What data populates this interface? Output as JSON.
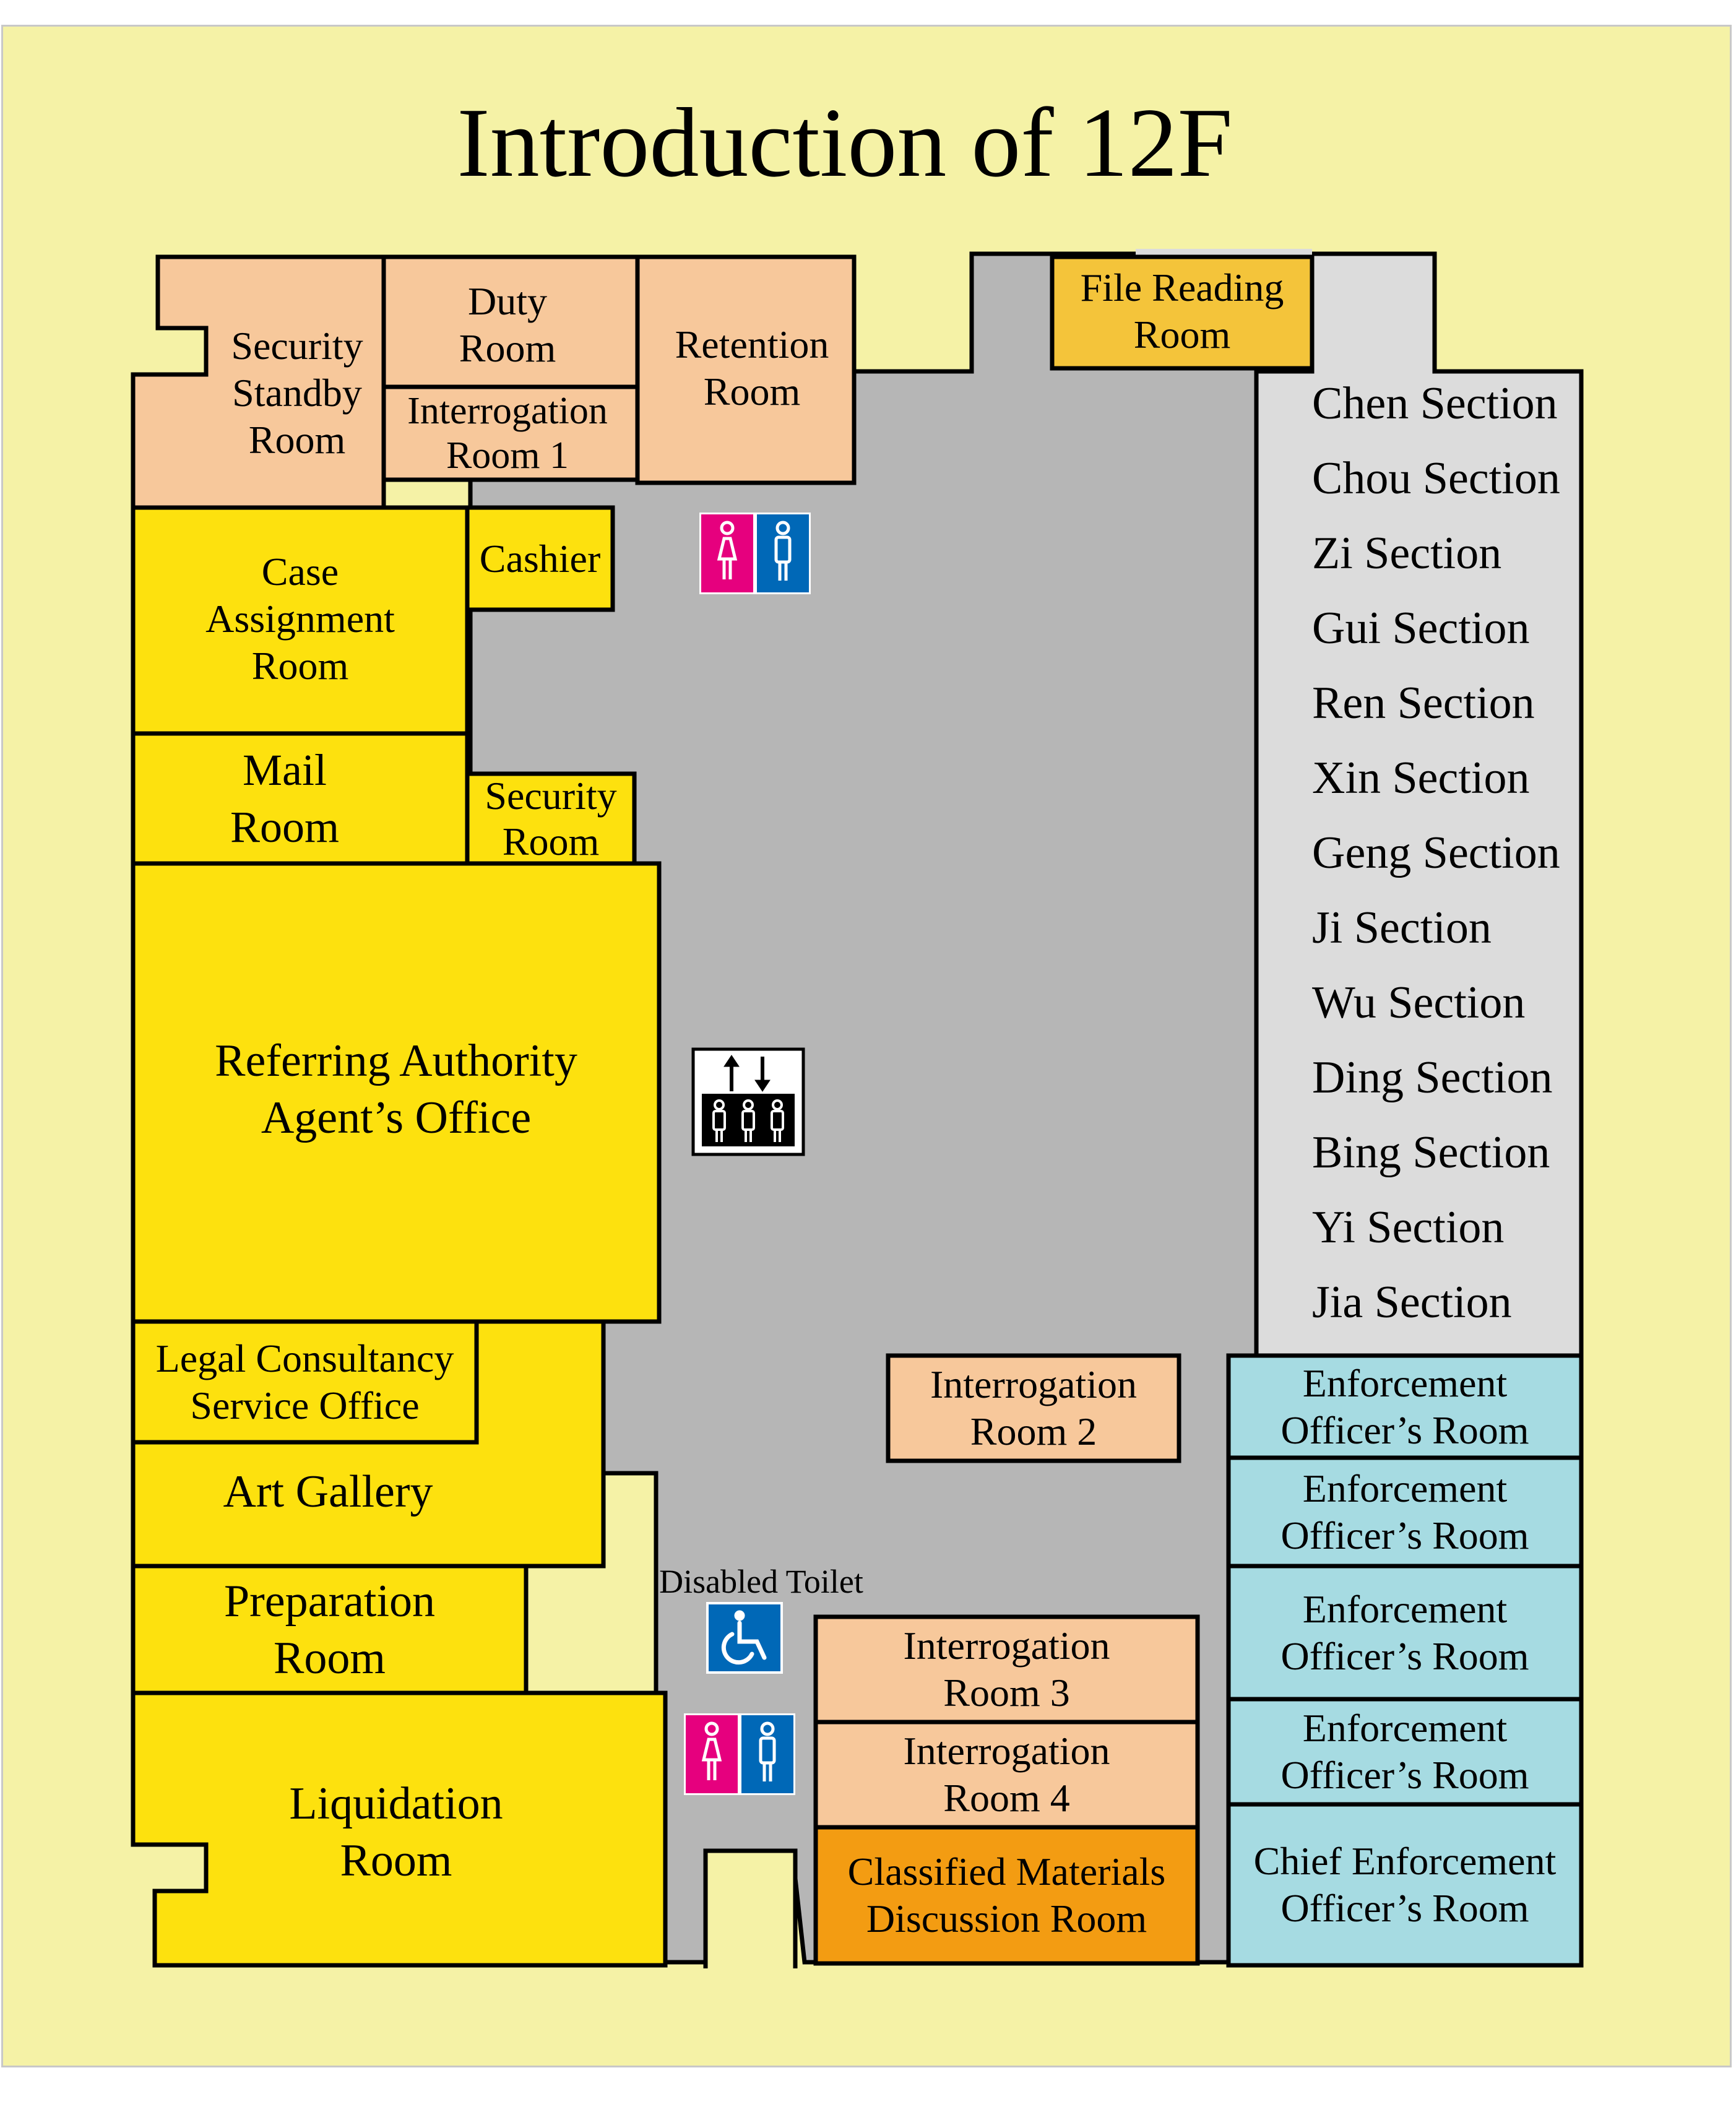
{
  "title": "Introduction of 12F",
  "colors": {
    "background": "#f5f2a6",
    "corridor": "#b6b6b6",
    "peach_rooms": "#f7c89b",
    "yellow_rooms": "#fde10e",
    "file_room": "#f4c43a",
    "sections_area": "#dcdcdc",
    "officer_rooms": "#a6dbe2",
    "classified_room": "#f39c12",
    "female_sign": "#e6007e",
    "male_sign": "#0068b7"
  },
  "rooms": {
    "security_standby": "Security\nStandby\nRoom",
    "duty": "Duty\nRoom",
    "interrogation_1": "Interrogation\nRoom 1",
    "retention": "Retention\nRoom",
    "file_reading": "File Reading\nRoom",
    "case_assignment": "Case\nAssignment\nRoom",
    "cashier": "Cashier",
    "mail": "Mail\nRoom",
    "security": "Security\nRoom",
    "referring_authority": "Referring Authority\nAgent’s Office",
    "legal_consultancy": "Legal Consultancy\nService Office",
    "art_gallery": "Art Gallery",
    "preparation": "Preparation\nRoom",
    "liquidation": "Liquidation\nRoom",
    "interrogation_2": "Interrogation\nRoom 2",
    "interrogation_3": "Interrogation\nRoom 3",
    "interrogation_4": "Interrogation\nRoom 4",
    "classified": "Classified Materials\nDiscussion Room",
    "enforcement_1": "Enforcement\nOfficer’s Room",
    "enforcement_2": "Enforcement\nOfficer’s Room",
    "enforcement_3": "Enforcement\nOfficer’s Room",
    "enforcement_4": "Enforcement\nOfficer’s Room",
    "chief_enforcement": "Chief Enforcement\nOfficer’s Room"
  },
  "sections": [
    "Chen Section",
    "Chou Section",
    "Zi Section",
    "Gui Section",
    "Ren Section",
    "Xin Section",
    "Geng Section",
    "Ji Section",
    "Wu Section",
    "Ding Section",
    "Bing Section",
    "Yi Section",
    "Jia Section"
  ],
  "disabled_toilet_label": "Disabled Toilet",
  "icons": [
    "restroom-icon",
    "elevator-icon",
    "wheelchair-icon"
  ]
}
